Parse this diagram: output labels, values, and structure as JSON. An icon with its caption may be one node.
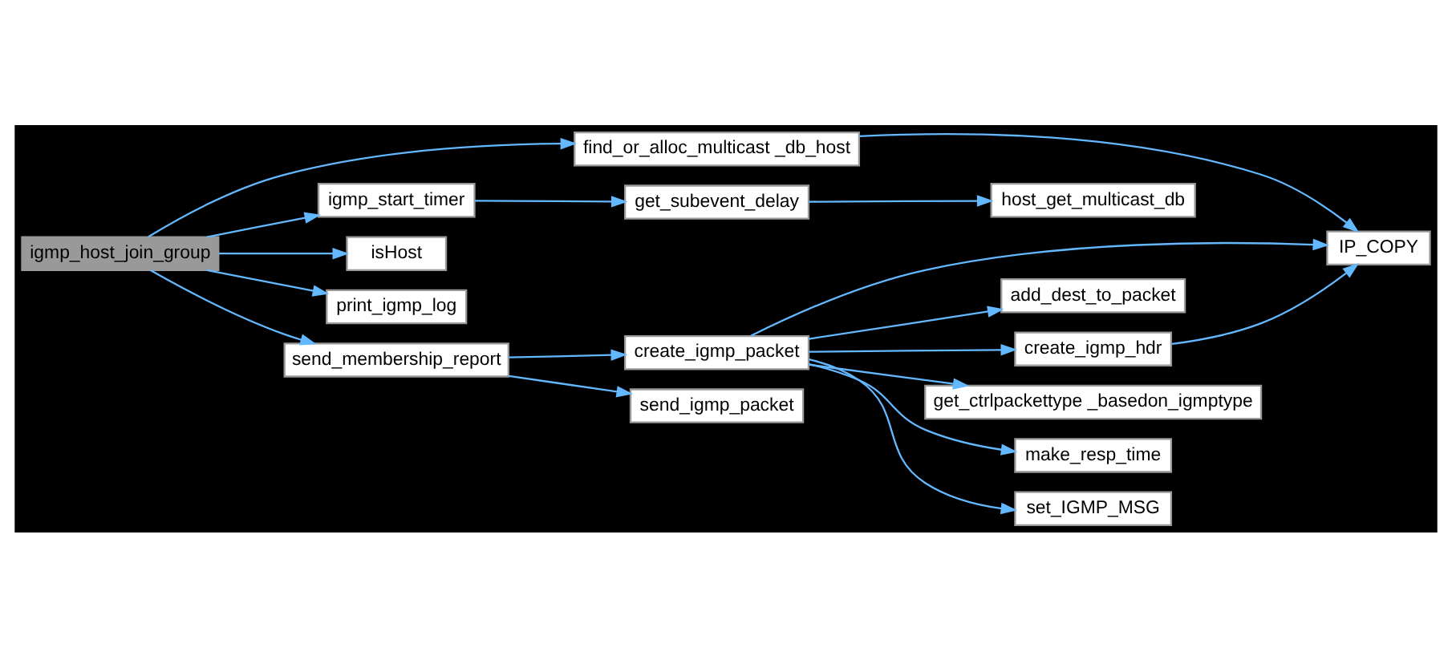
{
  "diagram": {
    "nodes": [
      {
        "text": [
          "igmp_host_join_group"
        ]
      },
      {
        "text": [
          "find_or_alloc_multicast _db_host"
        ]
      },
      {
        "text": [
          "igmp_start_timer"
        ]
      },
      {
        "text": [
          "isHost"
        ]
      },
      {
        "text": [
          "print_igmp_log"
        ]
      },
      {
        "text": [
          "send_membership_report"
        ]
      },
      {
        "text": [
          "get_subevent_delay"
        ]
      },
      {
        "text": [
          "host_get_multicast_db"
        ]
      },
      {
        "text": [
          "IP_COPY"
        ]
      },
      {
        "text": [
          "create_igmp_packet"
        ]
      },
      {
        "text": [
          "send_igmp_packet"
        ]
      },
      {
        "text": [
          "add_dest_to_packet"
        ]
      },
      {
        "text": [
          "create_igmp_hdr"
        ]
      },
      {
        "text": [
          "get_ctrlpackettype _basedon_igmptype"
        ]
      },
      {
        "text": [
          "make_resp_time"
        ]
      },
      {
        "text": [
          "set_IGMP_MSG"
        ]
      }
    ],
    "edges": [
      {
        "from": 0,
        "to": 1,
        "arrow": "to"
      },
      {
        "from": 0,
        "to": 2,
        "arrow": "to"
      },
      {
        "from": 0,
        "to": 3,
        "arrow": "to"
      },
      {
        "from": 0,
        "to": 4,
        "arrow": "to"
      },
      {
        "from": 0,
        "to": 5,
        "arrow": "to"
      },
      {
        "from": 1,
        "to": 8,
        "arrow": "to"
      },
      {
        "from": 2,
        "to": 6,
        "arrow": "to"
      },
      {
        "from": 6,
        "to": 7,
        "arrow": "to"
      },
      {
        "from": 5,
        "to": 9,
        "arrow": "to"
      },
      {
        "from": 5,
        "to": 10,
        "arrow": "to"
      },
      {
        "from": 9,
        "to": 8,
        "arrow": "to"
      },
      {
        "from": 9,
        "to": 11,
        "arrow": "to"
      },
      {
        "from": 9,
        "to": 12,
        "arrow": "to"
      },
      {
        "from": 9,
        "to": 13,
        "arrow": "to"
      },
      {
        "from": 9,
        "to": 14,
        "arrow": "to"
      },
      {
        "from": 9,
        "to": 15,
        "arrow": "to"
      },
      {
        "from": 12,
        "to": 8,
        "arrow": "to"
      }
    ]
  }
}
